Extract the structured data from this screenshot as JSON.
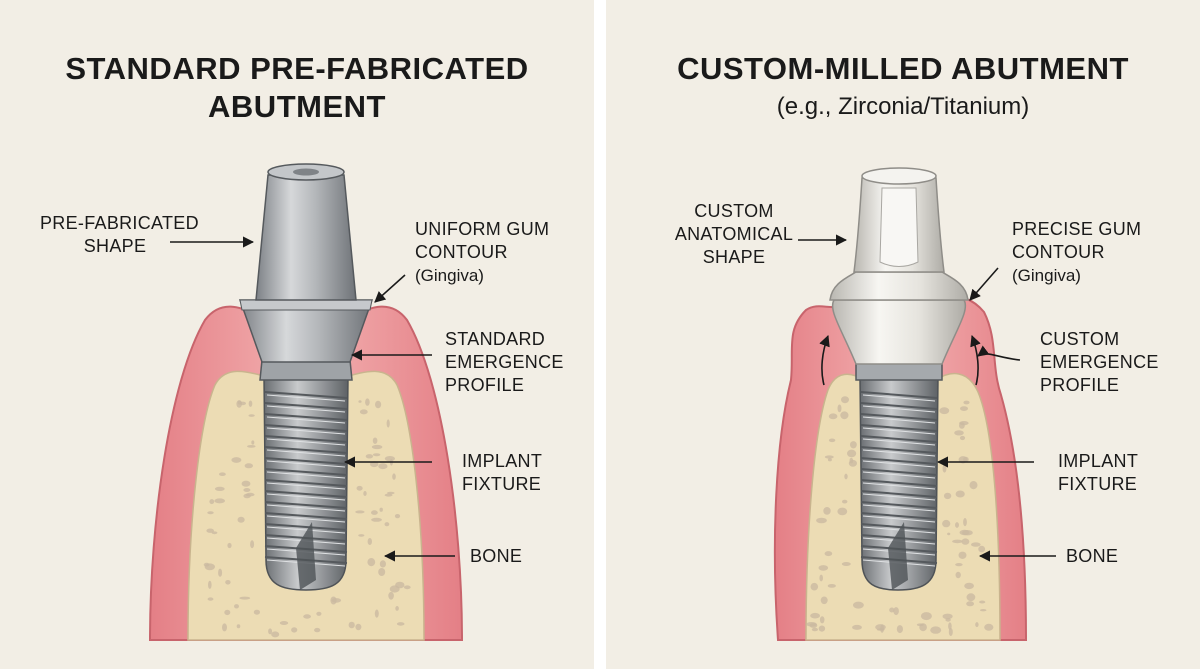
{
  "left": {
    "title_line1": "STANDARD PRE-FABRICATED",
    "title_line2": "ABUTMENT",
    "labels": {
      "shape": [
        "PRE-FABRICATED",
        "SHAPE"
      ],
      "gum": [
        "UNIFORM GUM",
        "CONTOUR",
        "(Gingiva)"
      ],
      "emergence": [
        "STANDARD",
        "EMERGENCE",
        "PROFILE"
      ],
      "fixture": [
        "IMPLANT",
        "FIXTURE"
      ],
      "bone": "BONE"
    }
  },
  "right": {
    "title": "CUSTOM-MILLED ABUTMENT",
    "subtitle": "(e.g., Zirconia/Titanium)",
    "labels": {
      "shape": [
        "CUSTOM",
        "ANATOMICAL",
        "SHAPE"
      ],
      "gum": [
        "PRECISE GUM",
        "CONTOUR",
        "(Gingiva)"
      ],
      "emergence": [
        "CUSTOM",
        "EMERGENCE",
        "PROFILE"
      ],
      "fixture": [
        "IMPLANT",
        "FIXTURE"
      ],
      "bone": "BONE"
    }
  },
  "colors": {
    "background": "#f2eee5",
    "gum": "#e88e93",
    "bone": "#ecdcb4",
    "bone_speckle": "#c9b8a0",
    "titanium": "#a8acb0",
    "zirconia": "#e9e7e1"
  }
}
